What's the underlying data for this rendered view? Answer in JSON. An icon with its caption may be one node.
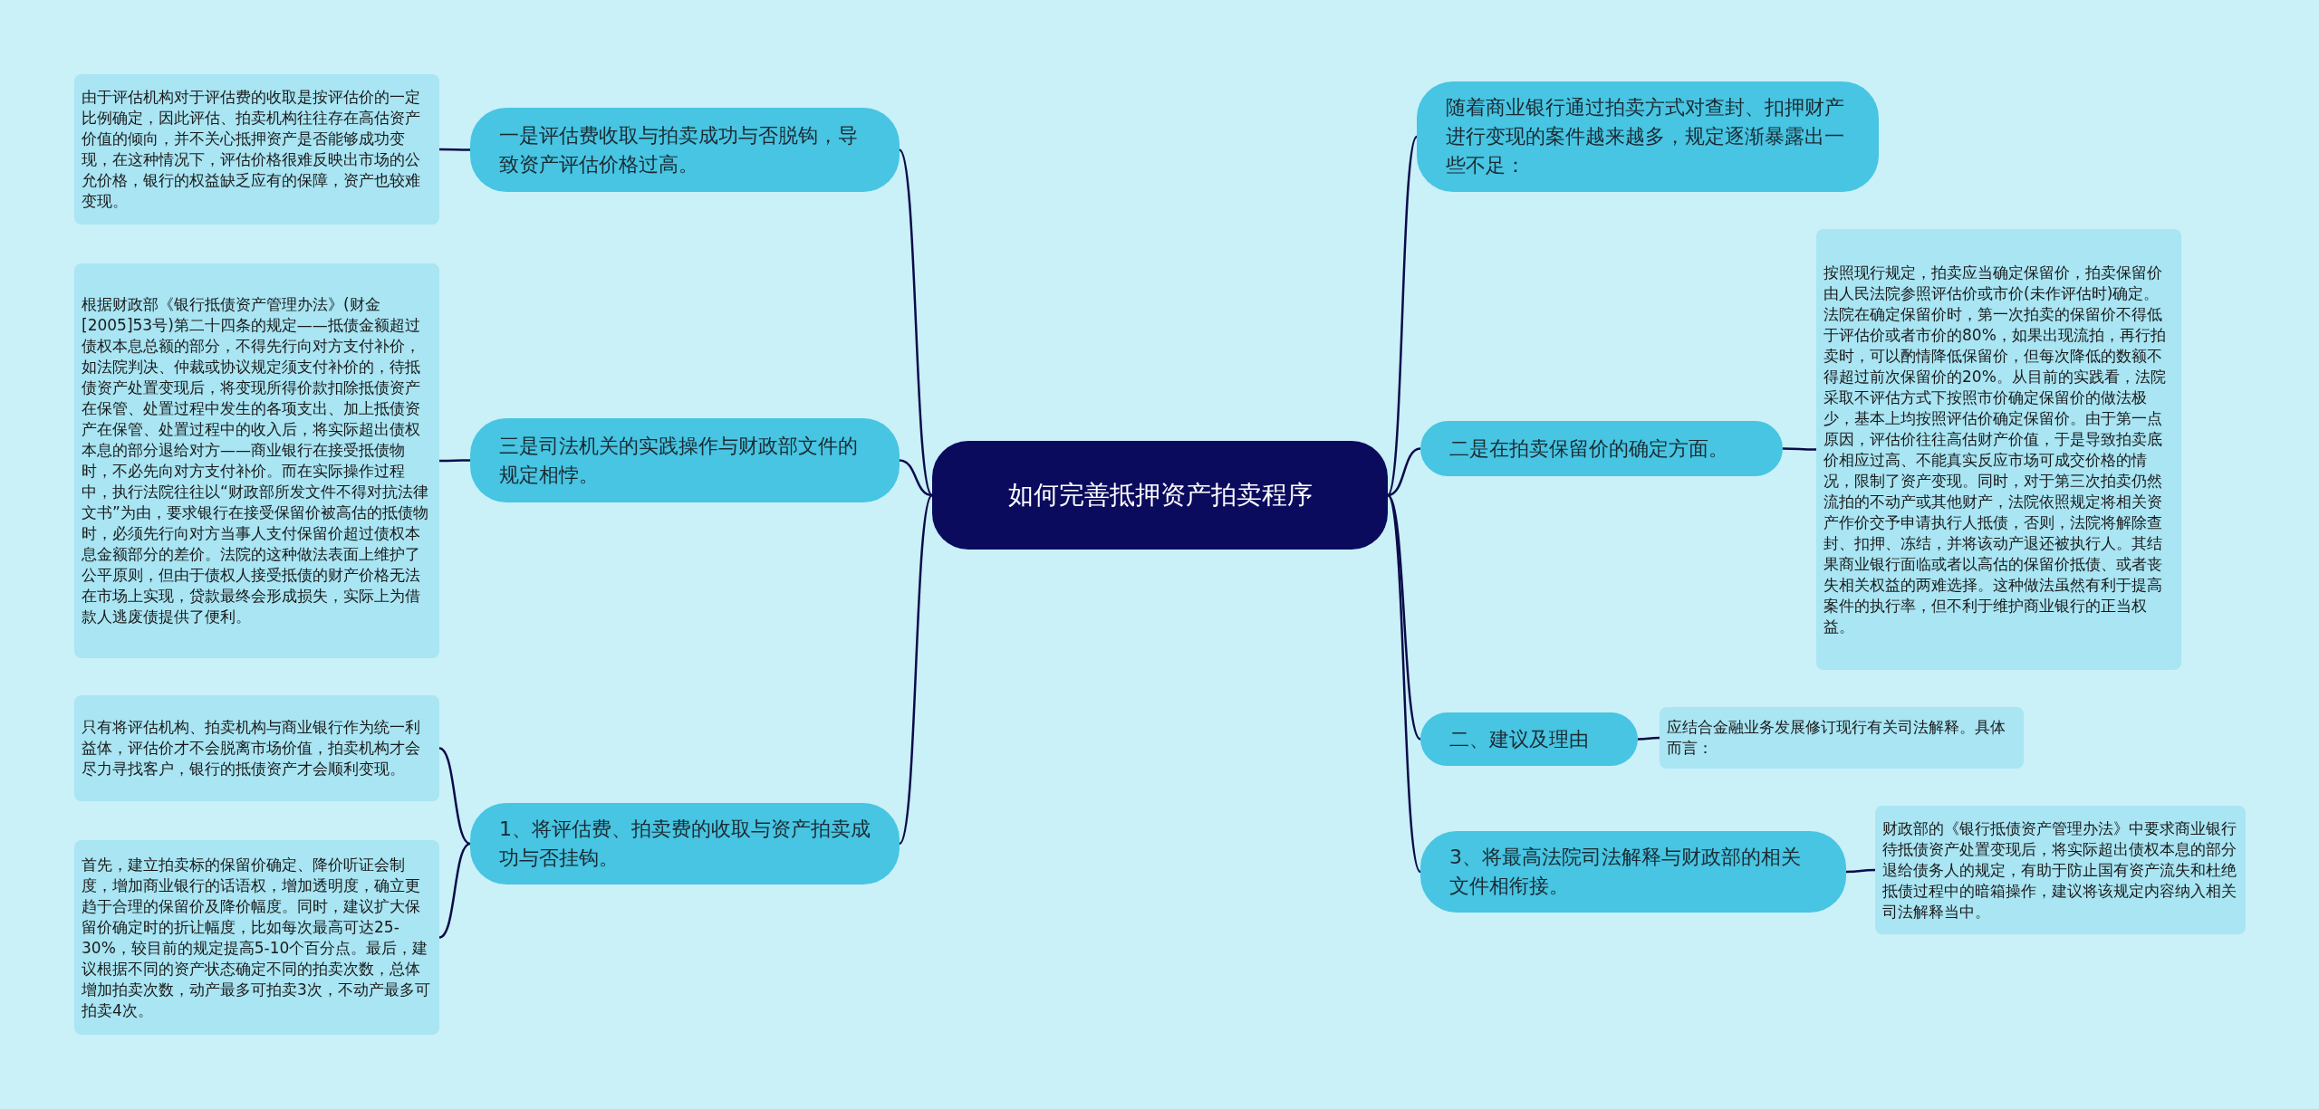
{
  "diagram": {
    "nodes": [
      {
        "text": [
          "如何完善抵押资产拍卖程序"
        ]
      },
      {
        "text": [
          "一是评估费收取与拍卖成功与否脱钩，导致资产评估价格过高。"
        ]
      },
      {
        "text": [
          "由于评估机构对于评估费的收取是按评估价的一定比例确定，因此评估、拍卖机构往往存在高估资产价值的倾向，并不关心抵押资产是否能够成功变现，在这种情况下，评估价格很难反映出市场的公允价格，银行的权益缺乏应有的保障，资产也较难变现。"
        ]
      },
      {
        "text": [
          "三是司法机关的实践操作与财政部文件的规定相悖。"
        ]
      },
      {
        "text": [
          "根据财政部《银行抵债资产管理办法》(财金[2005]53号)第二十四条的规定——抵债金额超过债权本息总额的部分，不得先行向对方支付补价，如法院判决、仲裁或协议规定须支付补价的，待抵债资产处置变现后，将变现所得价款扣除抵债资产在保管、处置过程中发生的各项支出、加上抵债资产在保管、处置过程中的收入后，将实际超出债权本息的部分退给对方——商业银行在接受抵债物时，不必先向对方支付补价。而在实际操作过程中，执行法院往往以“财政部所发文件不得对抗法律文书”为由，要求银行在接受保留价被高估的抵债物时，必须先行向对方当事人支付保留价超过债权本息金额部分的差价。法院的这种做法表面上维护了公平原则，但由于债权人接受抵债的财产价格无法在市场上实现，贷款最终会形成损失，实际上为借款人逃废债提供了便利。"
        ]
      },
      {
        "text": [
          "1、将评估费、拍卖费的收取与资产拍卖成功与否挂钩。"
        ]
      },
      {
        "text": [
          "只有将评估机构、拍卖机构与商业银行作为统一利益体，评估价才不会脱离市场价值，拍卖机构才会尽力寻找客户，银行的抵债资产才会顺利变现。"
        ]
      },
      {
        "text": [
          "首先，建立拍卖标的保留价确定、降价听证会制度，增加商业银行的话语权，增加透明度，确立更趋于合理的保留价及降价幅度。同时，建议扩大保留价确定时的折让幅度，比如每次最高可达25-30%，较目前的规定提高5-10个百分点。最后，建议根据不同的资产状态确定不同的拍卖次数，总体增加拍卖次数，动产最多可拍卖3次，不动产最多可拍卖4次。"
        ]
      },
      {
        "text": [
          "随着商业银行通过拍卖方式对查封、扣押财产进行变现的案件越来越多，规定逐渐暴露出一些不足："
        ]
      },
      {
        "text": [
          "二是在拍卖保留价的确定方面。"
        ]
      },
      {
        "text": [
          "按照现行规定，拍卖应当确定保留价，拍卖保留价由人民法院参照评估价或市价(未作评估时)确定。法院在确定保留价时，第一次拍卖的保留价不得低于评估价或者市价的80%，如果出现流拍，再行拍卖时，可以酌情降低保留价，但每次降低的数额不得超过前次保留价的20%。从目前的实践看，法院采取不评估方式下按照市价确定保留价的做法极少，基本上均按照评估价确定保留价。由于第一点原因，评估价往往高估财产价值，于是导致拍卖底价相应过高、不能真实反应市场可成交价格的情况，限制了资产变现。同时，对于第三次拍卖仍然流拍的不动产或其他财产，法院依照规定将相关资产作价交予申请执行人抵债，否则，法院将解除查封、扣押、冻结，并将该动产退还被执行人。其结果商业银行面临或者以高估的保留价抵债、或者丧失相关权益的两难选择。这种做法虽然有利于提高案件的执行率，但不利于维护商业银行的正当权益。"
        ]
      },
      {
        "text": [
          "二、建议及理由"
        ]
      },
      {
        "text": [
          "应结合金融业务发展修订现行有关司法解释。具体而言："
        ]
      },
      {
        "text": [
          "3、将最高法院司法解释与财政部的相关文件相衔接。"
        ]
      },
      {
        "text": [
          "财政部的《银行抵债资产管理办法》中要求商业银行待抵债资产处置变现后，将实际超出债权本息的部分退给债务人的规定，有助于防止国有资产流失和杜绝抵债过程中的暗箱操作，建议将该规定内容纳入相关司法解释当中。"
        ]
      }
    ],
    "edges": [
      {
        "from": 0,
        "to": 1,
        "arrow": "none"
      },
      {
        "from": 1,
        "to": 2,
        "arrow": "none"
      },
      {
        "from": 0,
        "to": 3,
        "arrow": "none"
      },
      {
        "from": 3,
        "to": 4,
        "arrow": "none"
      },
      {
        "from": 0,
        "to": 5,
        "arrow": "none"
      },
      {
        "from": 5,
        "to": 6,
        "arrow": "none"
      },
      {
        "from": 5,
        "to": 7,
        "arrow": "none"
      },
      {
        "from": 0,
        "to": 8,
        "arrow": "none"
      },
      {
        "from": 0,
        "to": 9,
        "arrow": "none"
      },
      {
        "from": 9,
        "to": 10,
        "arrow": "none"
      },
      {
        "from": 0,
        "to": 11,
        "arrow": "none"
      },
      {
        "from": 11,
        "to": 12,
        "arrow": "none"
      },
      {
        "from": 0,
        "to": 13,
        "arrow": "none"
      },
      {
        "from": 13,
        "to": 14,
        "arrow": "none"
      }
    ]
  }
}
